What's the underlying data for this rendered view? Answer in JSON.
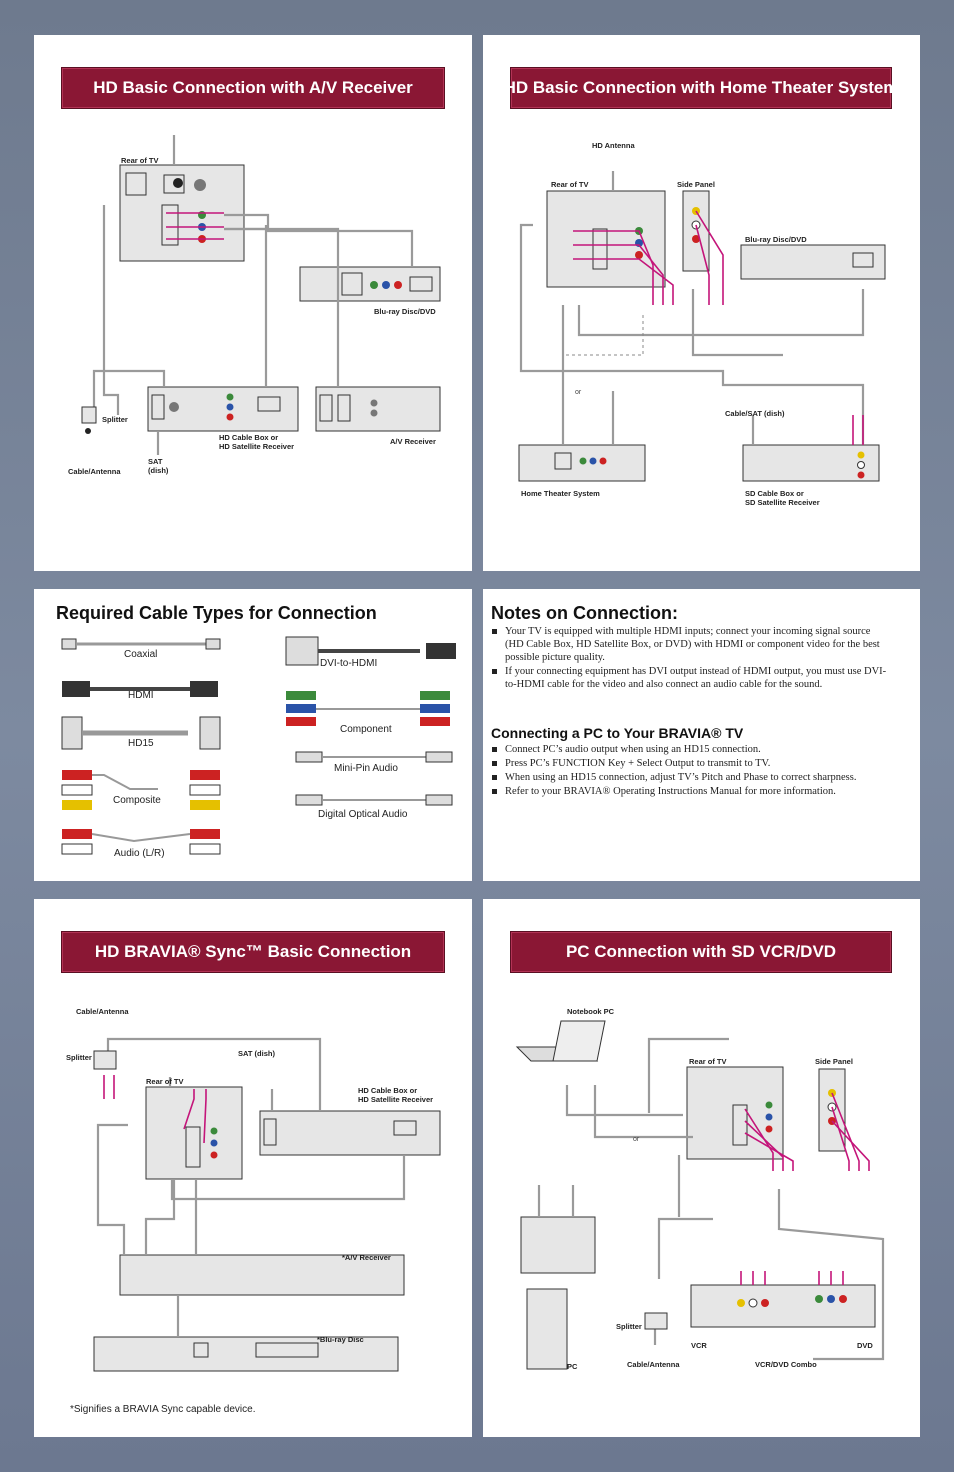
{
  "panels": {
    "av_receiver": {
      "title": "HD Basic Connection with A/V Receiver",
      "labels": {
        "rear_tv": "Rear of  TV",
        "bluray": "Blu-ray Disc/DVD",
        "splitter": "Splitter",
        "cable_antenna": "Cable/Antenna",
        "sat": "SAT\n(dish)",
        "hd_box": "HD Cable Box or\nHD Satellite Receiver",
        "av_receiver": "A/V Receiver"
      }
    },
    "home_theater": {
      "title": "HD  Basic  Connection  with  Home  Theater  System",
      "labels": {
        "hd_antenna": "HD Antenna",
        "rear_tv": "Rear of  TV",
        "side_panel": "Side Panel",
        "bluray": "Blu-ray Disc/DVD",
        "or": "or",
        "cable_sat": "Cable/SAT (dish)",
        "home_theater": "Home Theater System",
        "sd_box": "SD Cable Box or\nSD Satellite Receiver"
      }
    },
    "bravia_sync": {
      "title": "HD BRAVIA® Sync™ Basic Connection",
      "labels": {
        "cable_antenna": "Cable/Antenna",
        "splitter": "Splitter",
        "sat": "SAT (dish)",
        "rear_tv": "Rear of  TV",
        "hd_box": "HD Cable Box or\nHD Satellite Receiver",
        "av_receiver": "*A/V Receiver",
        "bluray": "*Blu-ray Disc"
      },
      "footnote": "*Signifies a BRAVIA Sync capable device."
    },
    "pc_connection": {
      "title": "PC Connection with SD VCR/DVD",
      "labels": {
        "notebook": "Notebook PC",
        "rear_tv": "Rear of  TV",
        "side_panel": "Side Panel",
        "or": "or",
        "pc": "PC",
        "splitter": "Splitter",
        "cable_antenna": "Cable/Antenna",
        "vcr": "VCR",
        "dvd": "DVD",
        "combo": "VCR/DVD Combo"
      }
    }
  },
  "cable_types": {
    "title": "Required Cable Types for Connection",
    "left": [
      "Coaxial",
      "HDMI",
      "HD15",
      "Composite",
      "Audio (L/R)"
    ],
    "right": [
      "DVI-to-HDMI",
      "Component",
      "Mini-Pin Audio",
      "Digital Optical Audio"
    ]
  },
  "notes": {
    "title": "Notes on Connection:",
    "items": [
      "Your TV is equipped with multiple HDMI inputs; connect your incoming signal source (HD Cable Box, HD Satellite Box, or DVD) with HDMI or component video for the best possible picture quality.",
      "If your connecting equipment has DVI output instead of HDMI output, you must use DVI-to-HDMI cable for the video and also connect an audio cable for the sound."
    ],
    "pc_title": "Connecting a PC to Your BRAVIA® TV",
    "pc_items": [
      "Connect PC’s audio output when using an HD15 connection.",
      "Press PC’s FUNCTION Key + Select Output to transmit to TV.",
      "When using an HD15 connection, adjust TV’s Pitch and Phase to correct sharpness.",
      "Refer to your BRAVIA® Operating Instructions Manual for more information."
    ]
  },
  "colors": {
    "banner": "#8a1734",
    "cable_highlight": "#c4157a",
    "background": "#74809a"
  }
}
